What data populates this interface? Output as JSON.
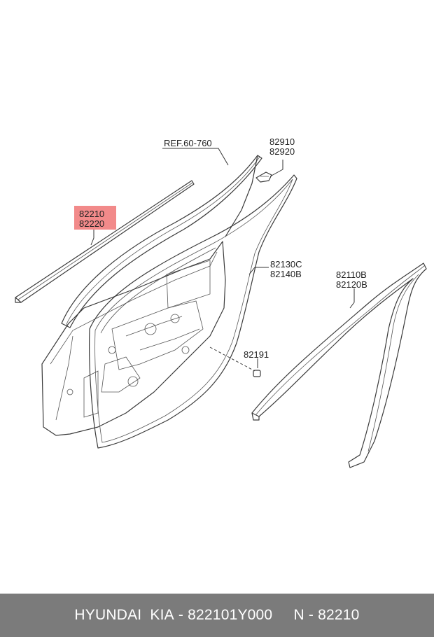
{
  "labels": {
    "ref": "REF.60-760",
    "p82910": "82910",
    "p82920": "82920",
    "p82210": "82210",
    "p82220": "82220",
    "p82130c": "82130C",
    "p82140b": "82140B",
    "p82110b": "82110B",
    "p82120b": "82120B",
    "p82191": "82191"
  },
  "highlight_color": "#f28a8a",
  "footer": {
    "brand": "HYUNDAI",
    "make": "KIA",
    "sep1": "-",
    "part_number": "822101Y000",
    "n_label": "N",
    "sep2": "-",
    "ref_number": "82210"
  }
}
